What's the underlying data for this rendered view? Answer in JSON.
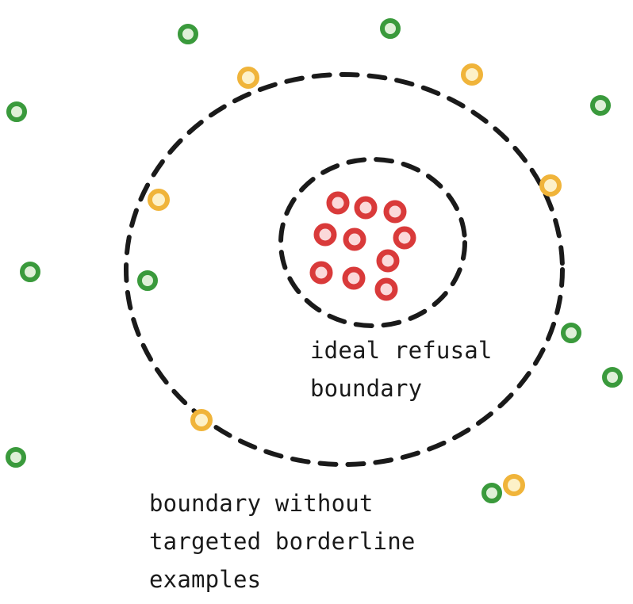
{
  "labels": {
    "inner_line1": "ideal refusal",
    "inner_line2": "boundary",
    "outer_line1": "boundary without",
    "outer_line2": "targeted borderline",
    "outer_line3": "examples"
  },
  "colors": {
    "background": "#ffffff",
    "boundary_stroke": "#1a1a1a",
    "green_ring": "#3a9a3c",
    "green_core": "#dff0d8",
    "yellow_ring": "#f0b43a",
    "yellow_core": "#fdf1c8",
    "red_ring": "#d93a3a",
    "red_core": "#fbd9da"
  }
}
